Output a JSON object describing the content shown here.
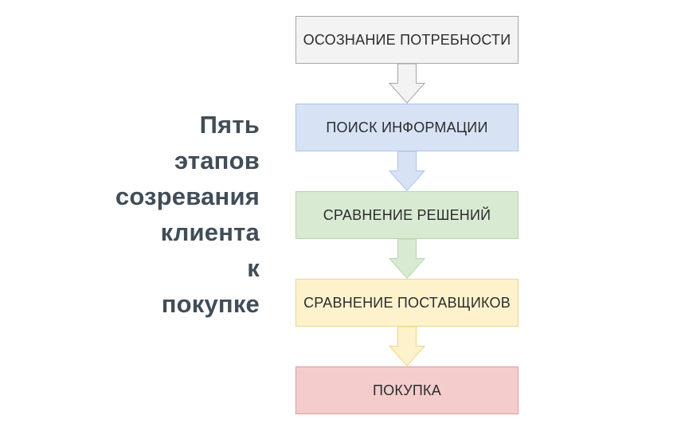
{
  "title": {
    "text": "Пять этапов созревания клиента к покупке",
    "lines": [
      "Пять",
      "этапов",
      "созревания",
      "клиента",
      "к",
      "покупке"
    ],
    "color": "#414d57"
  },
  "stages": [
    {
      "label": "ОСОЗНАНИЕ ПОТРЕБНОСТИ",
      "fill": "#f3f3f3",
      "border": "#a6a6a6"
    },
    {
      "label": "ПОИСК ИНФОРМАЦИИ",
      "fill": "#d7e3f5",
      "border": "#a9c5e8"
    },
    {
      "label": "СРАВНЕНИЕ РЕШЕНИЙ",
      "fill": "#d9ead3",
      "border": "#b7d6a9"
    },
    {
      "label": "СРАВНЕНИЕ ПОСТАВЩИКОВ",
      "fill": "#fdf2cc",
      "border": "#f1d488"
    },
    {
      "label": "ПОКУПКА",
      "fill": "#f4cccc",
      "border": "#dc9b9b"
    }
  ],
  "colors": {
    "background": "#ffffff",
    "stage_text": "#2d2d2d"
  }
}
